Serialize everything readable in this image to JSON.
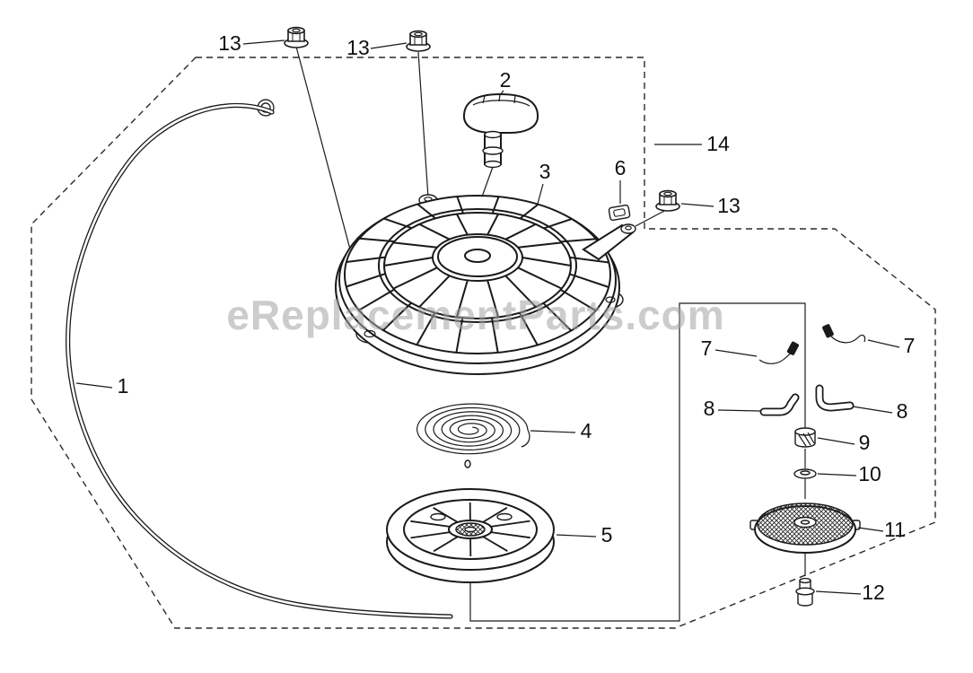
{
  "colors": {
    "line": "#1a1a1a",
    "watermark": "#a3a3a3",
    "background": "#ffffff"
  },
  "watermark": {
    "text": "eReplacementParts.com"
  },
  "diagram": {
    "callouts": [
      {
        "label": "13"
      },
      {
        "label": "13"
      },
      {
        "label": "2"
      },
      {
        "label": "3"
      },
      {
        "label": "6"
      },
      {
        "label": "14"
      },
      {
        "label": "13"
      },
      {
        "label": "7"
      },
      {
        "label": "7"
      },
      {
        "label": "8"
      },
      {
        "label": "8"
      },
      {
        "label": "9"
      },
      {
        "label": "10"
      },
      {
        "label": "11"
      },
      {
        "label": "12"
      },
      {
        "label": "1"
      },
      {
        "label": "4"
      },
      {
        "label": "5"
      }
    ]
  }
}
